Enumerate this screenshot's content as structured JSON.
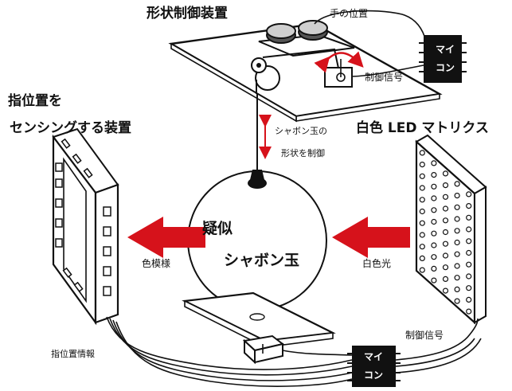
{
  "labels": {
    "shape_controller": "形状制御装置",
    "hand_position": "手の位置",
    "control_signal_top": "制御信号",
    "finger_sensor_line1": "指位置を",
    "finger_sensor_line2": "センシングする装置",
    "white_led_matrix": "白色 LED マトリクス",
    "shape_control_line1": "シャボン玉の",
    "shape_control_line2": "形状を制御",
    "pseudo": "疑似",
    "soap_bubble": "シャボン玉",
    "color_pattern": "色模様",
    "white_light": "白色光",
    "control_signal_bottom": "制御信号",
    "finger_position_info": "指位置情報"
  },
  "chips": {
    "top": {
      "line1": "マイ",
      "line2": "コン"
    },
    "bottom": {
      "line1": "マイ",
      "line2": "コン"
    }
  },
  "colors": {
    "arrow": "#d6121b",
    "line": "#111111",
    "chip": "#111111",
    "background": "#ffffff"
  }
}
